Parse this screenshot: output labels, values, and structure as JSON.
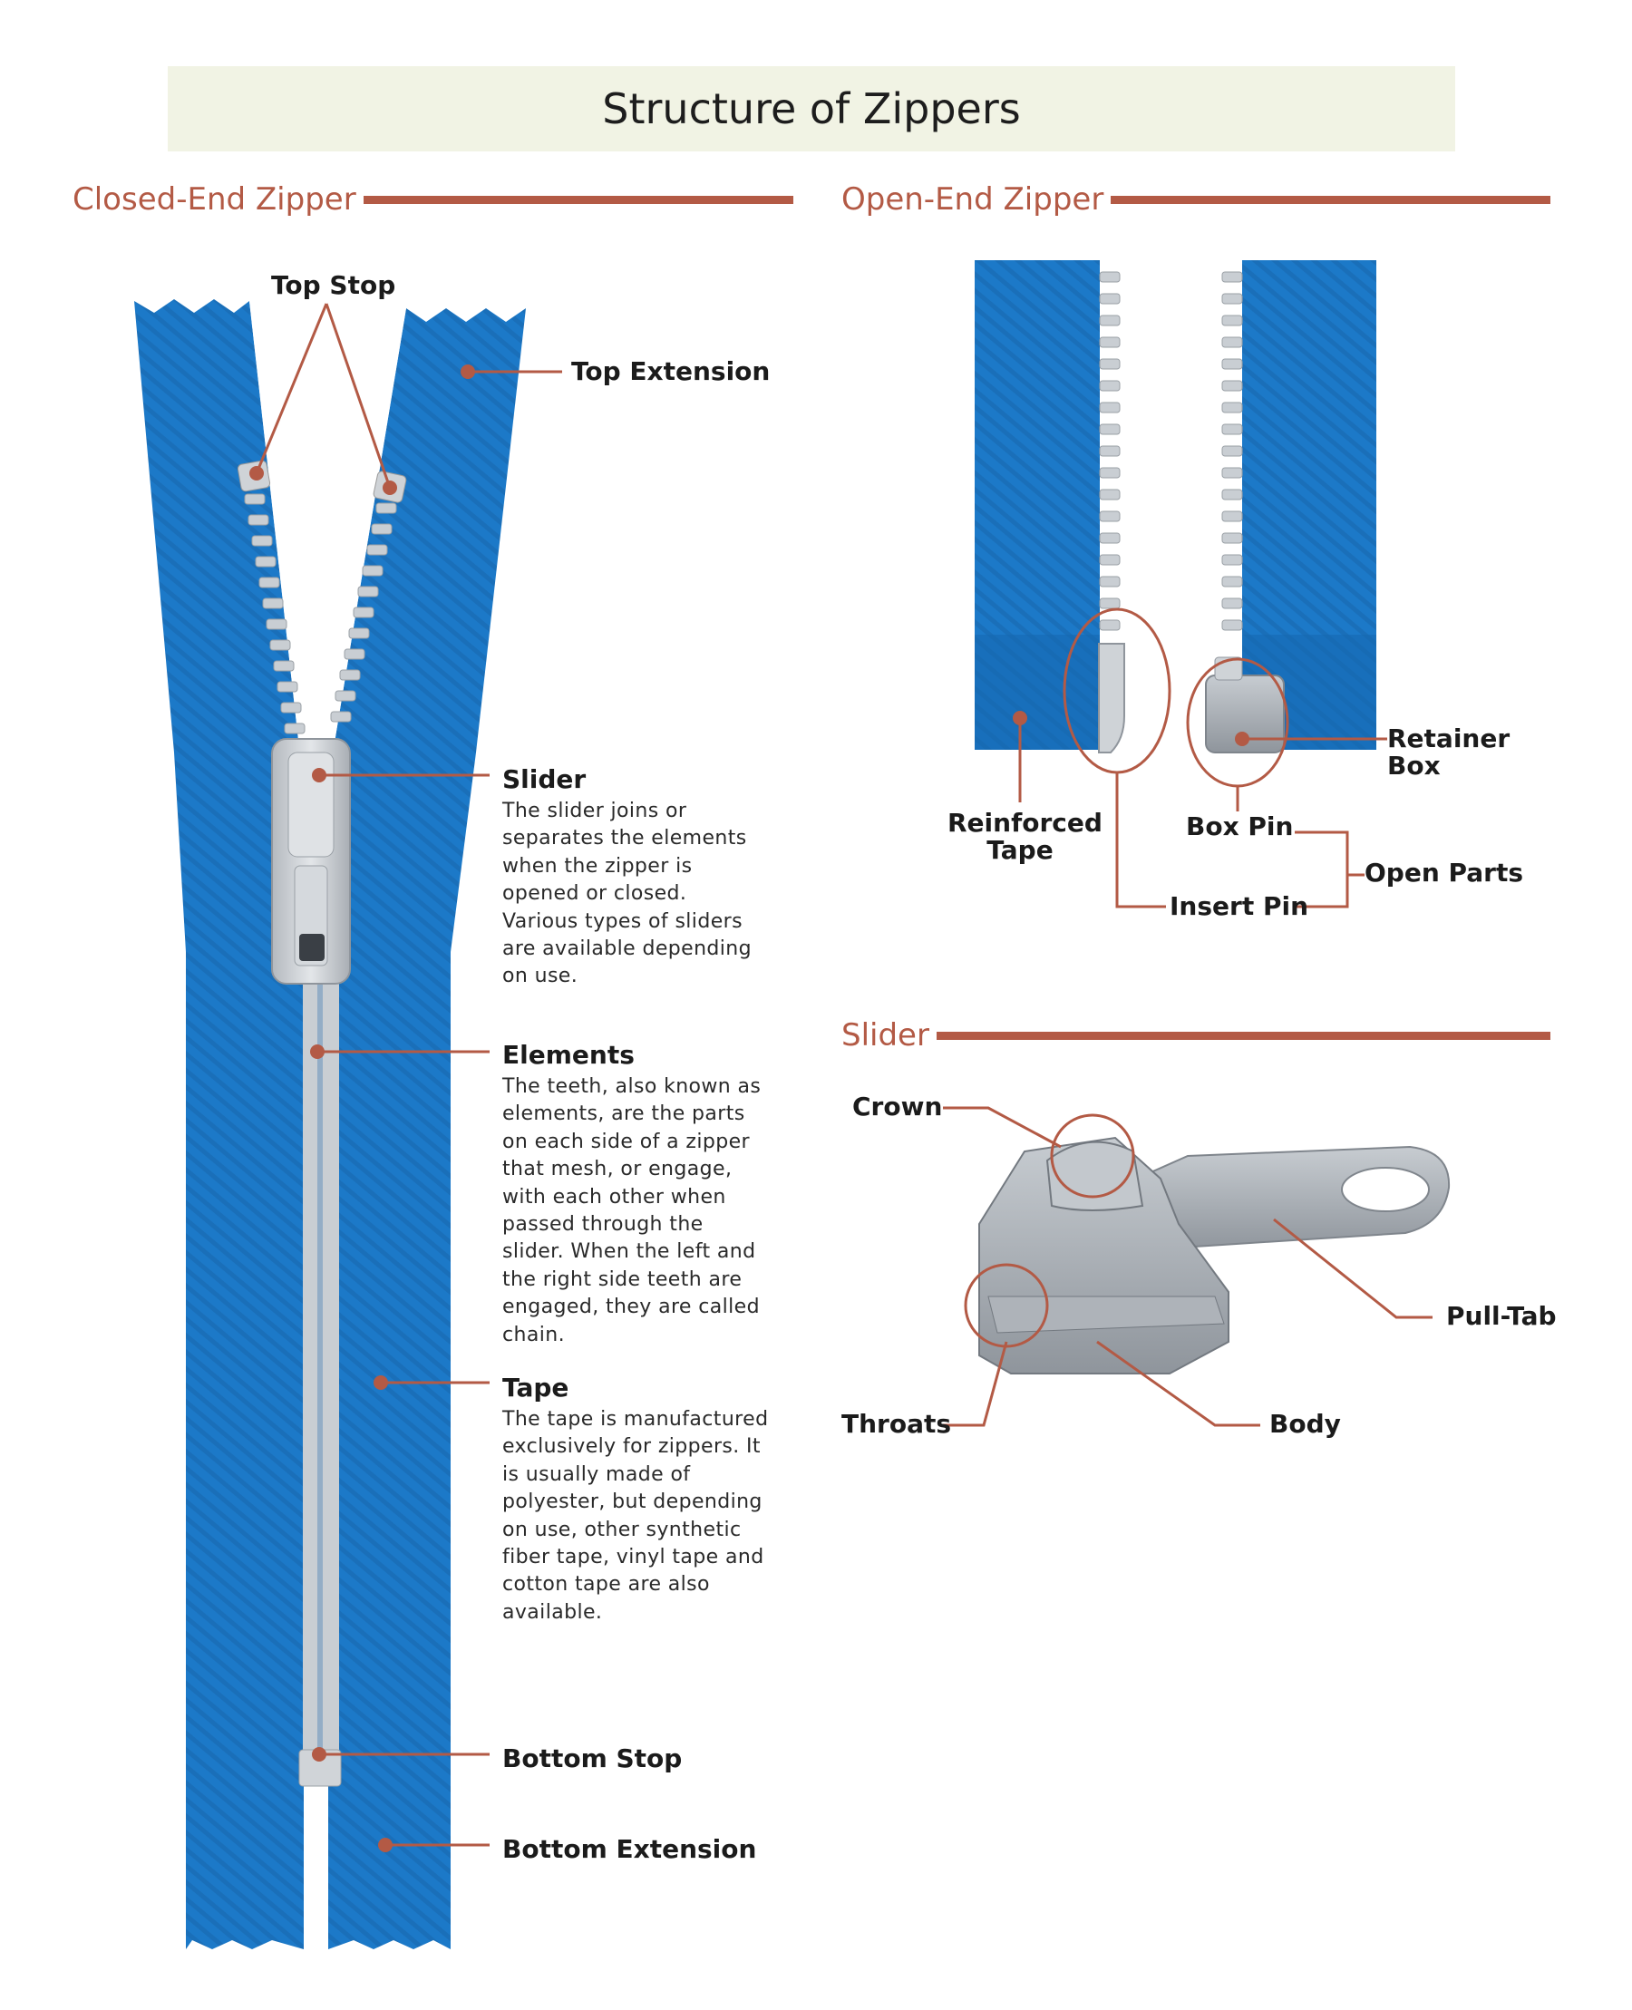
{
  "title": "Structure of Zippers",
  "sections": {
    "closed": "Closed-End Zipper",
    "open": "Open-End Zipper",
    "slider": "Slider"
  },
  "closed_labels": {
    "top_stop": "Top Stop",
    "top_extension": "Top Extension",
    "slider": {
      "title": "Slider",
      "desc": "The slider joins or separates the elements when the zipper is opened or closed. Various types of sliders are available depending on use."
    },
    "elements": {
      "title": "Elements",
      "desc": "The teeth, also known as elements, are the parts on each side of a zipper that mesh, or engage, with each other when passed through the slider. When the left and the right side teeth are engaged, they are called chain."
    },
    "tape": {
      "title": "Tape",
      "desc": "The tape is manufactured exclusively for zippers. It is usually made of polyester, but depending on use, other synthetic fiber tape, vinyl tape and cotton tape are also available."
    },
    "bottom_stop": "Bottom Stop",
    "bottom_extension": "Bottom Extension"
  },
  "open_labels": {
    "retainer_box": "Retainer Box",
    "reinforced_tape": "Reinforced Tape",
    "box_pin": "Box Pin",
    "insert_pin": "Insert Pin",
    "open_parts": "Open Parts"
  },
  "slider_labels": {
    "crown": "Crown",
    "pull_tab": "Pull-Tab",
    "throats": "Throats",
    "body": "Body"
  },
  "colors": {
    "tape_blue": "#1c79c8",
    "accent": "#b35a45",
    "metal": "#c9ced3",
    "title_bg": "#f1f3e4"
  }
}
